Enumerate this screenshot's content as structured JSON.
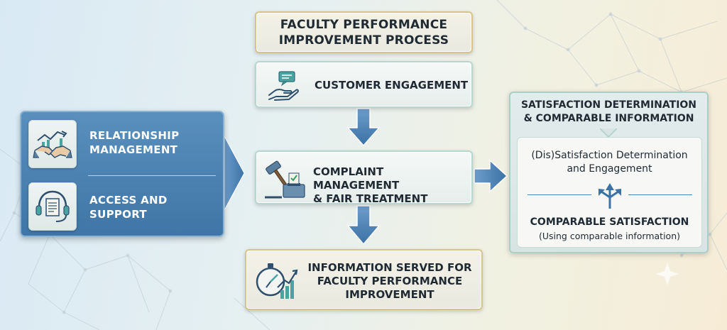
{
  "header": {
    "line1": "FACULTY PERFORMANCE",
    "line2": "IMPROVEMENT PROCESS"
  },
  "engagement": {
    "label": "CUSTOMER ENGAGEMENT",
    "icon": "chat-hand-icon"
  },
  "complaint": {
    "line1": "COMPLAINT MANAGEMENT",
    "line2": "& FAIR TREATMENT",
    "icon": "gavel-ballot-icon"
  },
  "information": {
    "line1": "INFORMATION SERVED FOR",
    "line2": "FACULTY PERFORMANCE",
    "line3": "IMPROVEMENT",
    "icon": "stopwatch-chart-icon"
  },
  "left_panel": {
    "relationship": {
      "line1": "RELATIONSHIP",
      "line2": "MANAGEMENT",
      "icon": "handshake-chart-icon"
    },
    "access": {
      "line1": "ACCESS AND",
      "line2": "SUPPORT",
      "icon": "headset-document-icon"
    }
  },
  "right_panel": {
    "title_line1": "SATISFACTION DETERMINATION",
    "title_line2": "& COMPARABLE INFORMATION",
    "det_line1": "(Dis)Satisfaction Determination",
    "det_line2": "and Engagement",
    "comp_title": "COMPARABLE SATISFACTION",
    "comp_sub": "(Using comparable information)",
    "icon": "branching-arrows-icon"
  },
  "colors": {
    "arrow": "#4f86b8",
    "panel_blue": "#4a80b1",
    "gold_border": "#d8c38a",
    "teal_border": "#b6d7cf"
  }
}
